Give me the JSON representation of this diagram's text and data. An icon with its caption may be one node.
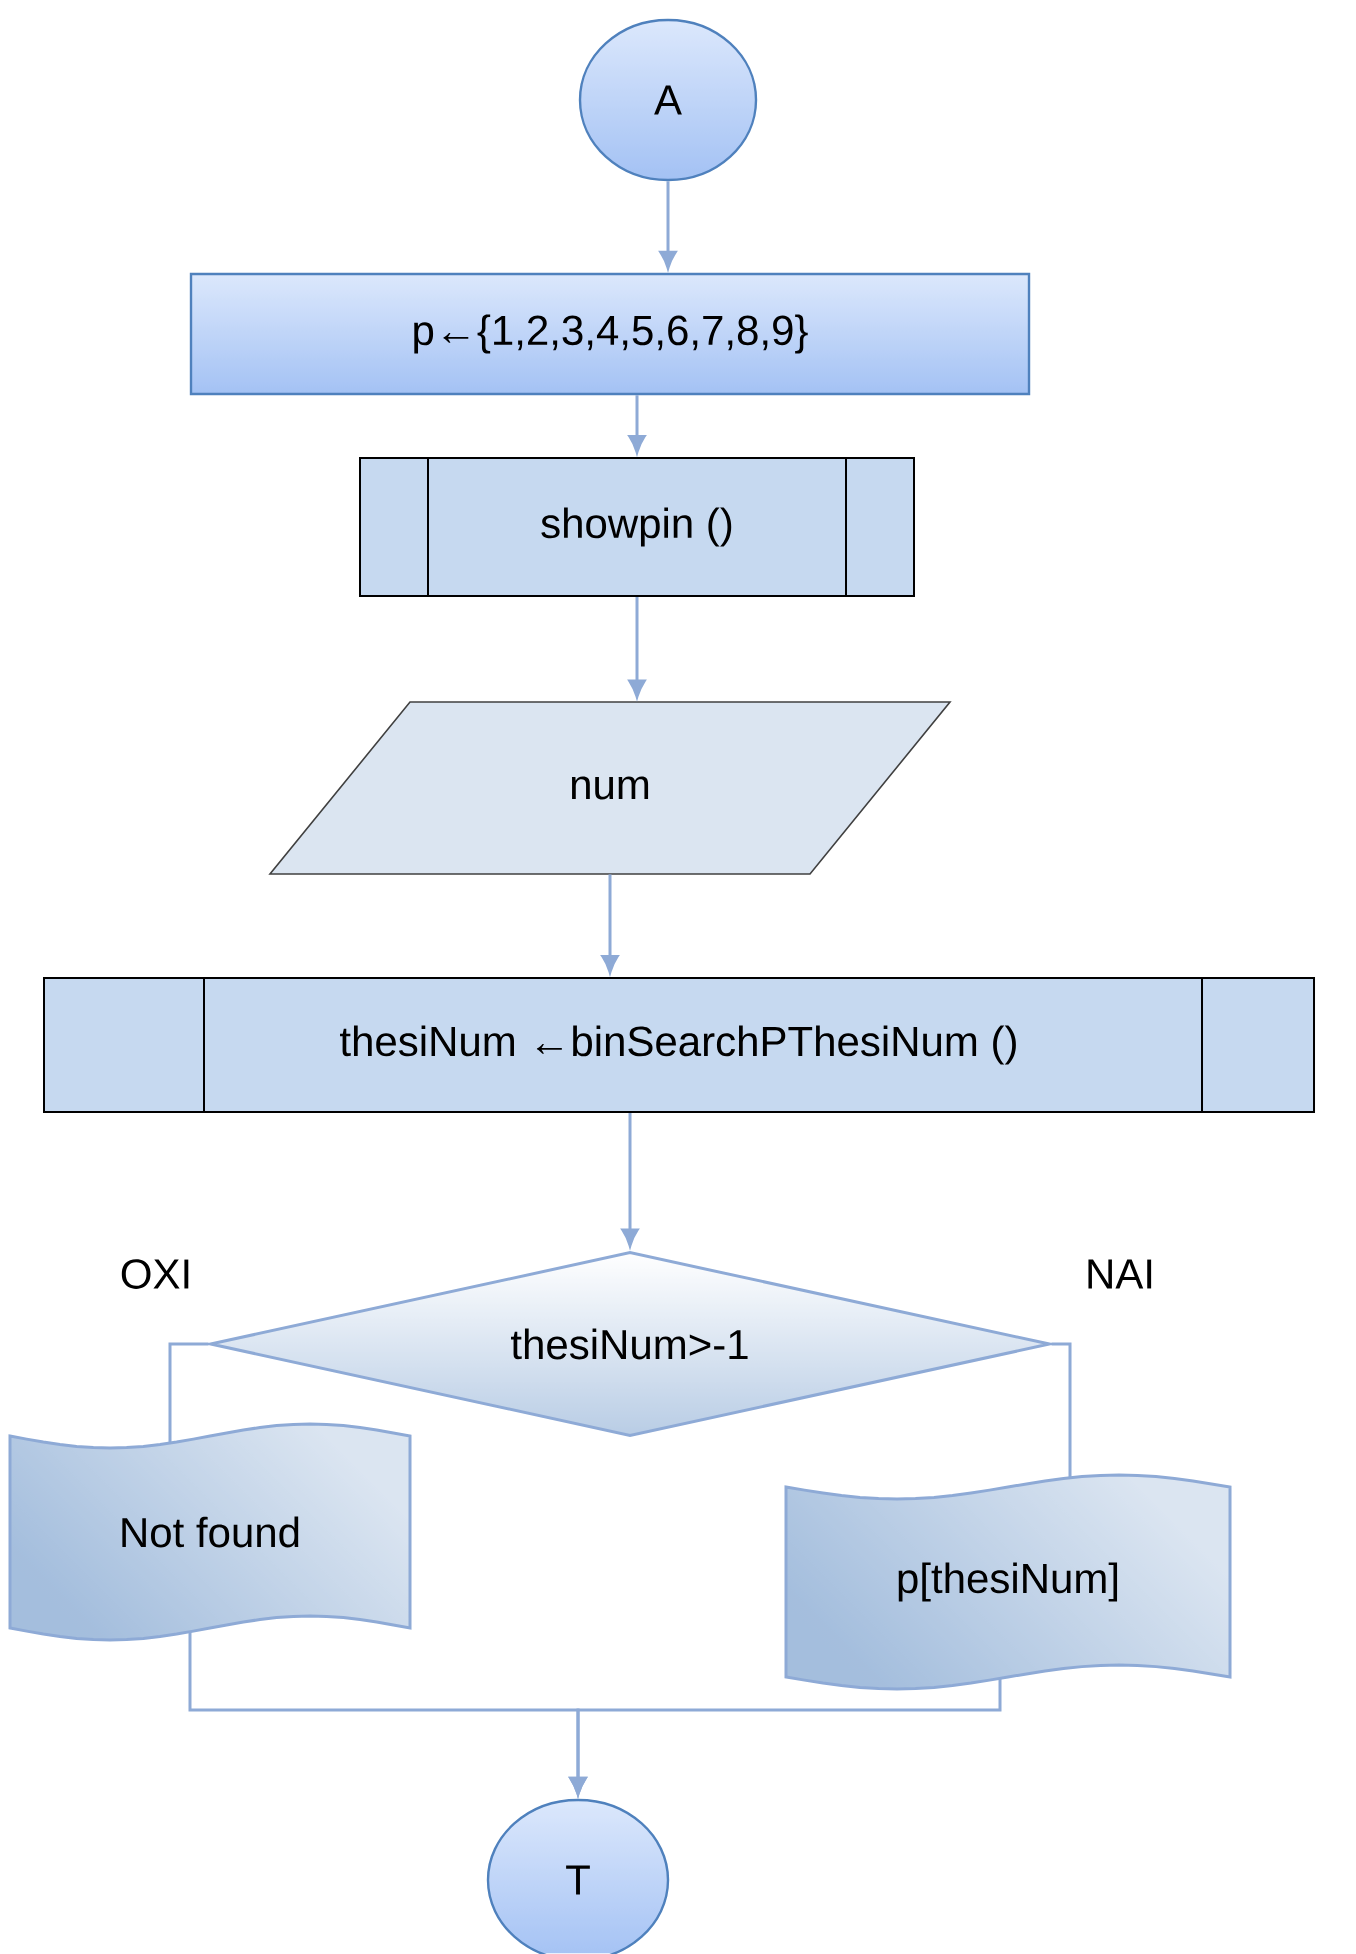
{
  "diagram": {
    "nodes": [
      {
        "text": [
          "A"
        ]
      },
      {
        "text": [
          "p←{1,2,3,4,5,6,7,8,9}"
        ]
      },
      {
        "text": [
          "showpin ()"
        ]
      },
      {
        "text": [
          "num"
        ]
      },
      {
        "text": [
          "thesiNum ←binSearchPThesiNum ()"
        ]
      },
      {
        "text": [
          "thesiNum>-1"
        ]
      },
      {
        "text": [
          "Not found"
        ]
      },
      {
        "text": [
          "p[thesiNum]"
        ]
      },
      {
        "text": [
          "T"
        ]
      }
    ],
    "edges": [
      {
        "from": 0,
        "to": 1,
        "arrow": "to"
      },
      {
        "from": 1,
        "to": 2,
        "arrow": "to"
      },
      {
        "from": 2,
        "to": 3,
        "arrow": "to"
      },
      {
        "from": 3,
        "to": 4,
        "arrow": "to"
      },
      {
        "from": 4,
        "to": 5,
        "arrow": "to"
      },
      {
        "from": 5,
        "to": 6,
        "arrow": "none",
        "label": "OXI"
      },
      {
        "from": 5,
        "to": 7,
        "arrow": "none",
        "label": "NAI"
      },
      {
        "from": 6,
        "to": 8,
        "arrow": "to"
      },
      {
        "from": 7,
        "to": 8,
        "arrow": "to"
      }
    ]
  }
}
